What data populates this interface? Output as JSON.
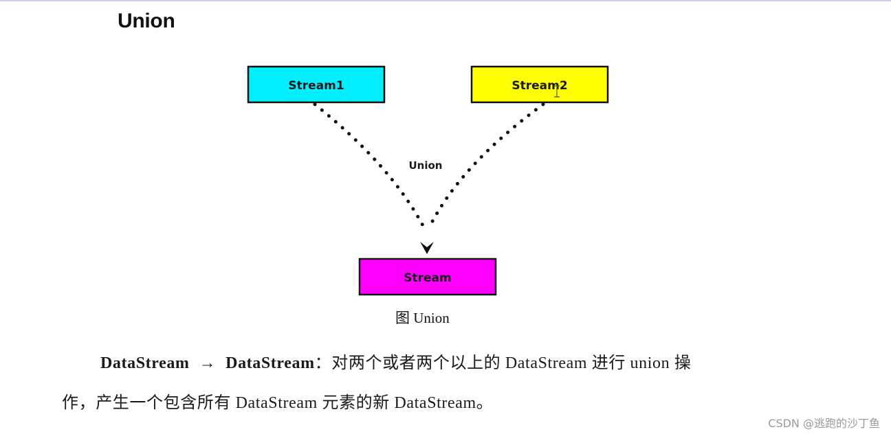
{
  "heading": "Union",
  "diagram": {
    "nodes": {
      "stream1": {
        "label": "Stream1",
        "fill": "#00f0ff"
      },
      "stream2": {
        "label": "Stream2",
        "fill": "#ffff00"
      },
      "stream": {
        "label": "Stream",
        "fill": "#ff00ff"
      }
    },
    "edge_label": "Union",
    "caption": "图 Union"
  },
  "paragraph": {
    "term_from": "DataStream",
    "arrow": "→",
    "term_to": "DataStream",
    "line1_rest": "：对两个或者两个以上的 DataStream 进行 union 操",
    "line2": "作，产生一个包含所有 DataStream 元素的新 DataStream。"
  },
  "watermark": "CSDN @逃跑的沙丁鱼"
}
